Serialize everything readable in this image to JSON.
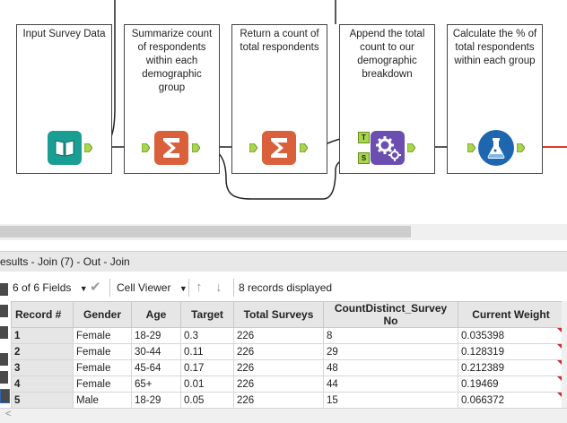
{
  "workflow": {
    "tools": [
      {
        "id": "input",
        "label": "Input Survey Data",
        "icon": "book-icon",
        "color": "#1a9e93"
      },
      {
        "id": "summarize1",
        "label": "Summarize count of respondents within each demographic group",
        "icon": "sigma-icon",
        "color": "#d9603b"
      },
      {
        "id": "summarize2",
        "label": "Return a count of total respondents",
        "icon": "sigma-icon",
        "color": "#d9603b"
      },
      {
        "id": "append",
        "label": "Append the total count to our demographic breakdown",
        "icon": "gears-icon",
        "color": "#6a4fb0"
      },
      {
        "id": "formula",
        "label": "Calculate the % of total respondents within each group",
        "icon": "flask-icon",
        "color": "#1f66b0"
      }
    ],
    "anchor_labels": {
      "target": "T",
      "source": "S"
    },
    "colors": {
      "connector": "#222222",
      "output_wire": "#e0392b",
      "anchor": "#a8d64d"
    }
  },
  "results": {
    "title": "esults - Join (7) - Out - Join",
    "fields_selector": "6 of 6 Fields",
    "viewer_selector": "Cell Viewer",
    "records_displayed": "8 records displayed",
    "columns": [
      "Record #",
      "Gender",
      "Age",
      "Target",
      "Total Surveys",
      "CountDistinct_Survey No",
      "Current Weight"
    ],
    "rows": [
      [
        "1",
        "Female",
        "18-29",
        "0.3",
        "226",
        "8",
        "0.035398"
      ],
      [
        "2",
        "Female",
        "30-44",
        "0.11",
        "226",
        "29",
        "0.128319"
      ],
      [
        "3",
        "Female",
        "45-64",
        "0.17",
        "226",
        "48",
        "0.212389"
      ],
      [
        "4",
        "Female",
        "65+",
        "0.01",
        "226",
        "44",
        "0.19469"
      ],
      [
        "5",
        "Male",
        "18-29",
        "0.05",
        "226",
        "15",
        "0.066372"
      ]
    ]
  }
}
